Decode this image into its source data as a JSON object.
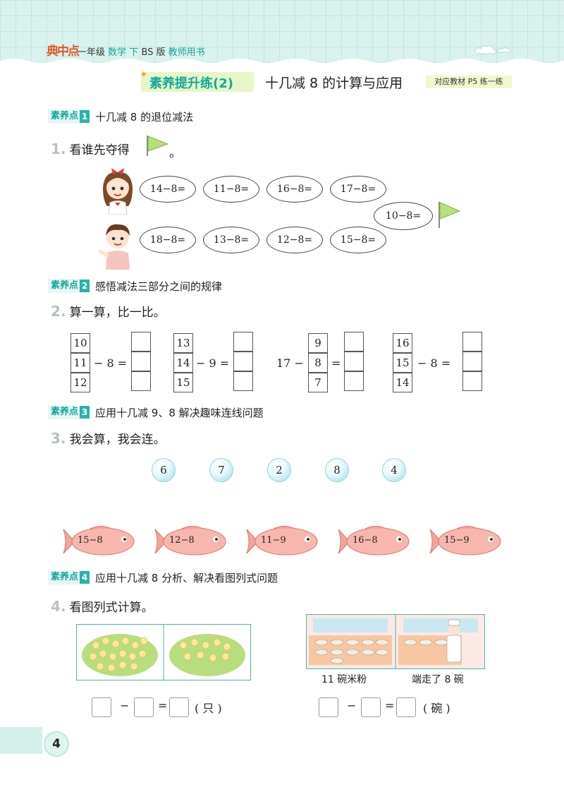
{
  "header": {
    "brand": "典中点",
    "grade": "一年级",
    "subject": "数学 下",
    "edition": "BS 版",
    "book_type": "教师用书"
  },
  "title": {
    "main": "素养提升练(2)",
    "sub": "十几减 8 的计算与应用",
    "reference": "对应教材 P5 练一练"
  },
  "sections": [
    {
      "badge": "素养点",
      "num": "1",
      "desc": "十几减 8 的退位减法"
    },
    {
      "badge": "素养点",
      "num": "2",
      "desc": "感悟减法三部分之间的规律"
    },
    {
      "badge": "素养点",
      "num": "3",
      "desc": "应用十几减 9、8 解决趣味连线问题"
    },
    {
      "badge": "素养点",
      "num": "4",
      "desc": "应用十几减 8 分析、解决看图列式问题"
    }
  ],
  "q1": {
    "num": "1.",
    "text": "看谁先夺得",
    "end": "。",
    "row1": [
      "14−8=",
      "11−8=",
      "16−8=",
      "17−8="
    ],
    "finish": "10−8=",
    "row2": [
      "18−8=",
      "13−8=",
      "12−8=",
      "15−8="
    ]
  },
  "q2": {
    "num": "2.",
    "text": "算一算，比一比。",
    "groups": [
      {
        "col": [
          "10",
          "11",
          "12"
        ],
        "op": "− 8 ="
      },
      {
        "col": [
          "13",
          "14",
          "15"
        ],
        "op": "− 9 ="
      },
      {
        "lead": "17 −",
        "col": [
          "9",
          "8",
          "7"
        ],
        "op": "="
      },
      {
        "col": [
          "16",
          "15",
          "14"
        ],
        "op": "− 8 ="
      }
    ]
  },
  "q3": {
    "num": "3.",
    "text": "我会算，我会连。",
    "bubbles": [
      "6",
      "7",
      "2",
      "8",
      "4"
    ],
    "fish": [
      "15−8",
      "12−8",
      "11−9",
      "16−8",
      "15−9"
    ]
  },
  "q4": {
    "num": "4.",
    "text": "看图列式计算。",
    "left_unit": "( 只 )",
    "right_caption1": "11 碗米粉",
    "right_caption2": "端走了 8 碗",
    "right_unit": "( 碗 )",
    "minus": "−",
    "equals": "="
  },
  "page_number": "4",
  "colors": {
    "accent": "#13a69b",
    "badge": "#2ab3a8",
    "fish": "#f0a5a0",
    "bubble": "#9ad9e6"
  }
}
